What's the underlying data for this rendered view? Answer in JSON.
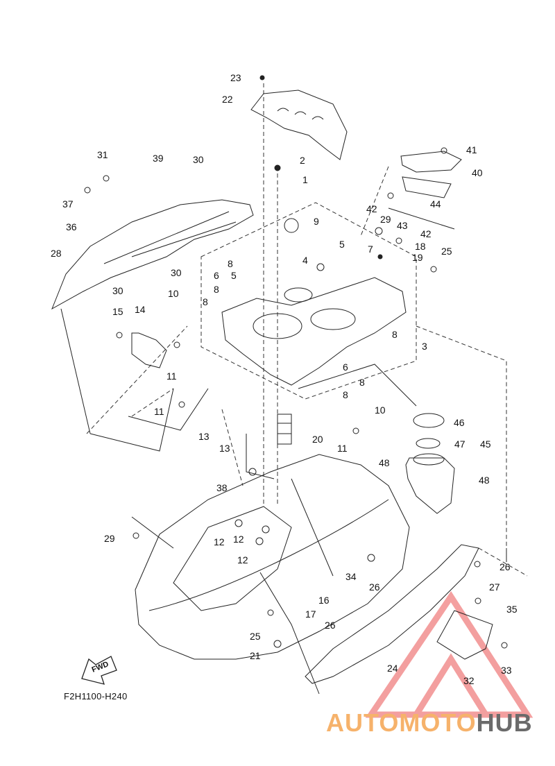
{
  "figure_code": "F2H1100-H240",
  "fwd_label": "FWD",
  "watermark": {
    "part1": "AUTOMOTO",
    "part2": "HUB",
    "color_part1": "#f6b26b",
    "color_part2": "#6b6b6b",
    "triangle_color": "#f08080"
  },
  "callouts": [
    "1",
    "2",
    "3",
    "4",
    "5",
    "6",
    "7",
    "8",
    "10",
    "11",
    "12",
    "13",
    "14",
    "15",
    "16",
    "17",
    "18",
    "19",
    "20",
    "21",
    "22",
    "23",
    "24",
    "25",
    "26",
    "27",
    "28",
    "29",
    "30",
    "31",
    "32",
    "33",
    "34",
    "35",
    "36",
    "37",
    "38",
    "39",
    "40",
    "41",
    "42",
    "43",
    "44",
    "45",
    "46",
    "47",
    "48"
  ],
  "callout_labels": {
    "c1": "1",
    "c2": "2",
    "c3": "3",
    "c4": "4",
    "c5a": "5",
    "c5b": "5",
    "c6a": "6",
    "c6b": "6",
    "c7": "7",
    "c8a": "8",
    "c8b": "8",
    "c8c": "8",
    "c8d": "8",
    "c8e": "8",
    "c8f": "8",
    "c9": "9",
    "c10a": "10",
    "c10b": "10",
    "c11a": "11",
    "c11b": "11",
    "c11c": "11",
    "c12a": "12",
    "c12b": "12",
    "c12c": "12",
    "c13a": "13",
    "c13b": "13",
    "c14": "14",
    "c15": "15",
    "c16": "16",
    "c17": "17",
    "c18": "18",
    "c19": "19",
    "c20": "20",
    "c21": "21",
    "c22": "22",
    "c23": "23",
    "c24": "24",
    "c25a": "25",
    "c25b": "25",
    "c26a": "26",
    "c26b": "26",
    "c26c": "26",
    "c27": "27",
    "c28": "28",
    "c29a": "29",
    "c29b": "29",
    "c30a": "30",
    "c30b": "30",
    "c30c": "30",
    "c31": "31",
    "c32": "32",
    "c33": "33",
    "c34": "34",
    "c35": "35",
    "c36": "36",
    "c37": "37",
    "c38": "38",
    "c39": "39",
    "c40": "40",
    "c41": "41",
    "c42a": "42",
    "c42b": "42",
    "c43": "43",
    "c44": "44",
    "c45": "45",
    "c46": "46",
    "c47": "47",
    "c48a": "48",
    "c48b": "48"
  }
}
